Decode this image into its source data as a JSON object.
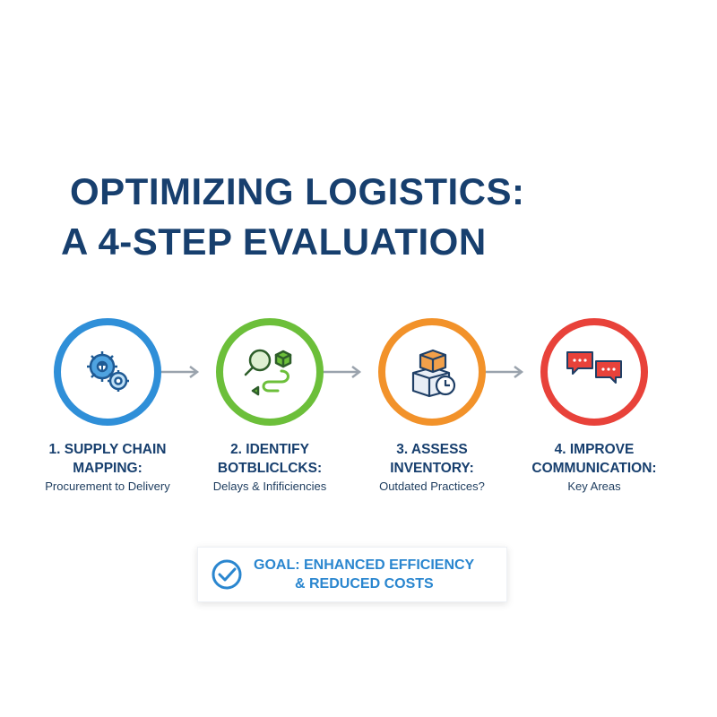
{
  "title": {
    "line1": "OPTIMIZING LOGISTICS:",
    "line2": "A 4-STEP EVALUATION"
  },
  "steps": [
    {
      "label_line1": "1. SUPPLY CHAIN",
      "label_line2": "MAPPING:",
      "subtitle": "Procurement to Delivery",
      "color": "#2f8fd8",
      "icon": "gears-icon"
    },
    {
      "label_line1": "2. IDENTIFY",
      "label_line2": "BOTBLICLCKS:",
      "subtitle": "Delays & Infificiencies",
      "color": "#6cbf3a",
      "icon": "magnifier-path-icon"
    },
    {
      "label_line1": "3. ASSESS",
      "label_line2": "INVENTORY:",
      "subtitle": "Outdated Practices?",
      "color": "#f2922a",
      "icon": "boxes-clock-icon"
    },
    {
      "label_line1": "4. IMPROVE",
      "label_line2": "COMMUNICATION:",
      "subtitle": "Key Areas",
      "color": "#e8423a",
      "icon": "chat-bubbles-icon"
    }
  ],
  "goal": {
    "line1": "GOAL: ENHANCED EFFICIENCY",
    "line2": "& REDUCED COSTS",
    "color": "#2a86cf",
    "icon": "check-circle-icon"
  }
}
